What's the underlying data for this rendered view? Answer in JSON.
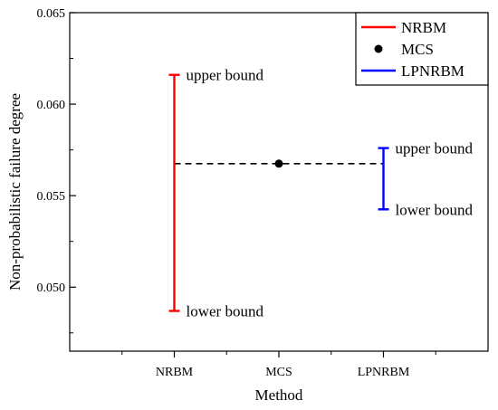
{
  "chart_data": {
    "type": "interval",
    "title": "",
    "xlabel": "Method",
    "ylabel": "Non-probabilistic failure degree",
    "categories": [
      "NRBM",
      "MCS",
      "LPNRBM"
    ],
    "xlim": [
      0,
      4
    ],
    "ylim": [
      0.0465,
      0.065
    ],
    "yticks": [
      0.05,
      0.055,
      0.06,
      0.065
    ],
    "ytick_labels": [
      "0.050",
      "0.055",
      "0.060",
      "0.065"
    ],
    "grid": false,
    "legend_position": "top-right",
    "reference_line": {
      "value": 0.05675,
      "from_x": 1,
      "to_x": 3,
      "style": "dashed",
      "color": "#000000"
    },
    "series": [
      {
        "name": "NRBM",
        "kind": "interval",
        "x": 1,
        "lower": 0.0487,
        "upper": 0.0616,
        "color": "#ff0000",
        "lower_label": "lower bound",
        "upper_label": "upper bound"
      },
      {
        "name": "MCS",
        "kind": "point",
        "x": 2,
        "value": 0.05675,
        "color": "#000000"
      },
      {
        "name": "LPNRBM",
        "kind": "interval",
        "x": 3,
        "lower": 0.05425,
        "upper": 0.0576,
        "color": "#0000ff",
        "lower_label": "lower bound",
        "upper_label": "upper bound"
      }
    ]
  }
}
